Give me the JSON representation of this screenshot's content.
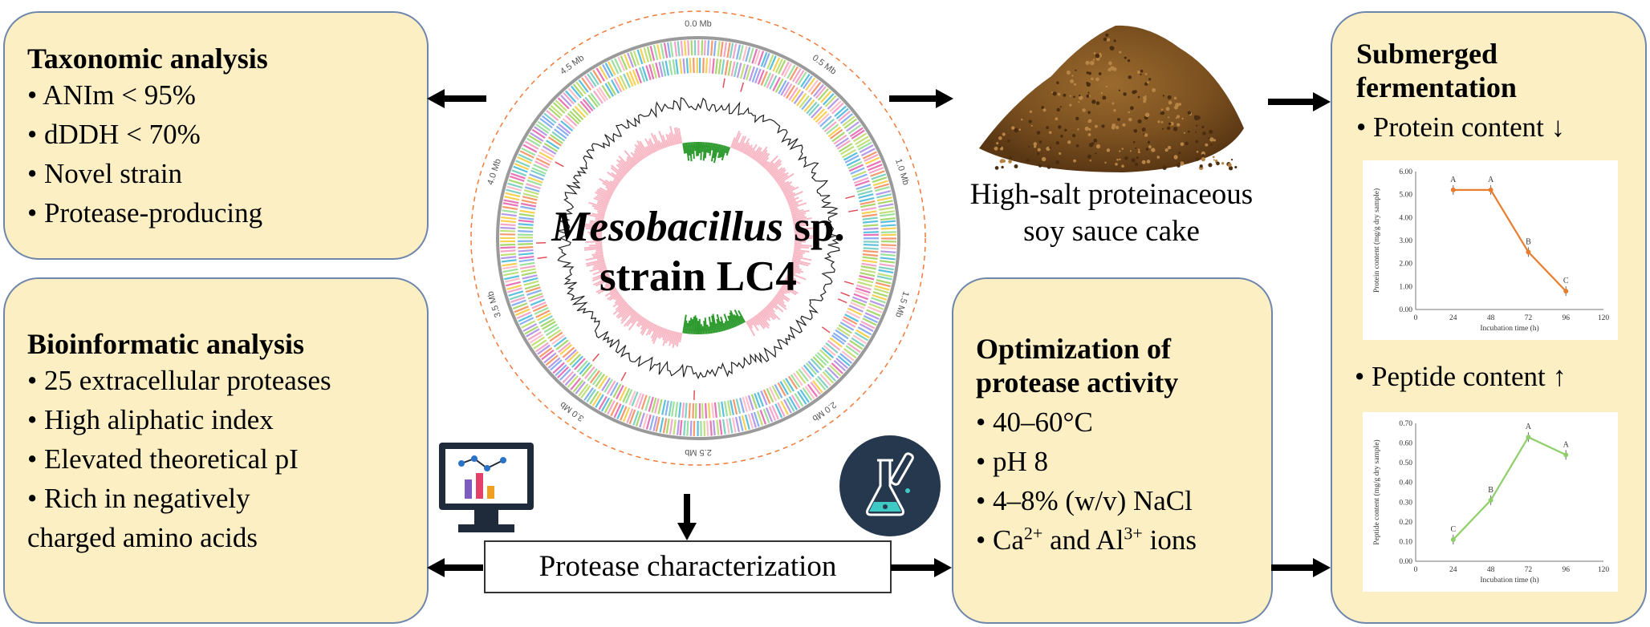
{
  "taxonomic": {
    "title": "Taxonomic analysis",
    "bullets": [
      "• ANIm < 95%",
      "• dDDH < 70%",
      "• Novel strain",
      "• Protease-producing"
    ]
  },
  "bioinformatic": {
    "title": "Bioinformatic analysis",
    "bullets": [
      "• 25 extracellular proteases",
      "• High aliphatic index",
      "• Elevated theoretical pI",
      "• Rich in negatively",
      "charged amino acids"
    ]
  },
  "center": {
    "strain_line1_italic": "Mesobacillus",
    "strain_line1_rest": " sp.",
    "strain_line2": "strain LC4",
    "genome_ticks": [
      "0.0 Mb",
      "0.5 Mb",
      "1.0 Mb",
      "1.5 Mb",
      "2.0 Mb",
      "2.5 Mb",
      "3.0 Mb",
      "3.5 Mb",
      "4.0 Mb",
      "4.5 Mb"
    ]
  },
  "soy": {
    "caption_line1": "High-salt proteinaceous",
    "caption_line2": "soy sauce cake"
  },
  "protease_characterization": "Protease characterization",
  "optimization": {
    "title_line1": "Optimization of",
    "title_line2": "protease activity",
    "b1": "• 40–60°C",
    "b2": "• pH 8",
    "b3": "• 4–8% (w/v) NaCl",
    "b4_pre": "• Ca",
    "b4_sup1": "2+",
    "b4_mid": " and Al",
    "b4_sup2": "3+",
    "b4_post": " ions"
  },
  "submerged": {
    "title_line1": "Submerged",
    "title_line2": "fermentation",
    "protein_label": "• Protein content ↓",
    "peptide_label": "• Peptide content ↑"
  },
  "chart_data": [
    {
      "type": "line",
      "x": [
        24,
        48,
        72,
        96
      ],
      "values": [
        5.2,
        5.2,
        2.5,
        0.8
      ],
      "point_labels": [
        "A",
        "A",
        "B",
        "C"
      ],
      "xlabel": "Incubation time (h)",
      "ylabel": "Protein content (mg/g dry sample)",
      "xticks": [
        "0",
        "24",
        "48",
        "72",
        "96",
        "120"
      ],
      "yticks": [
        "0.00",
        "1.00",
        "2.00",
        "3.00",
        "4.00",
        "5.00",
        "6.00"
      ],
      "xlim": [
        0,
        120
      ],
      "ylim": [
        0,
        6
      ],
      "color": "#e87d2e"
    },
    {
      "type": "line",
      "x": [
        24,
        48,
        72,
        96
      ],
      "values": [
        0.11,
        0.31,
        0.63,
        0.54
      ],
      "point_labels": [
        "C",
        "B",
        "A",
        "A"
      ],
      "xlabel": "Incubation time (h)",
      "ylabel": "Peptide content (mg/g dry sample)",
      "xticks": [
        "0",
        "24",
        "48",
        "72",
        "96",
        "120"
      ],
      "yticks": [
        "0.00",
        "0.10",
        "0.20",
        "0.30",
        "0.40",
        "0.50",
        "0.60",
        "0.70"
      ],
      "xlim": [
        0,
        120
      ],
      "ylim": [
        0,
        0.7
      ],
      "color": "#8fcf6a"
    }
  ]
}
